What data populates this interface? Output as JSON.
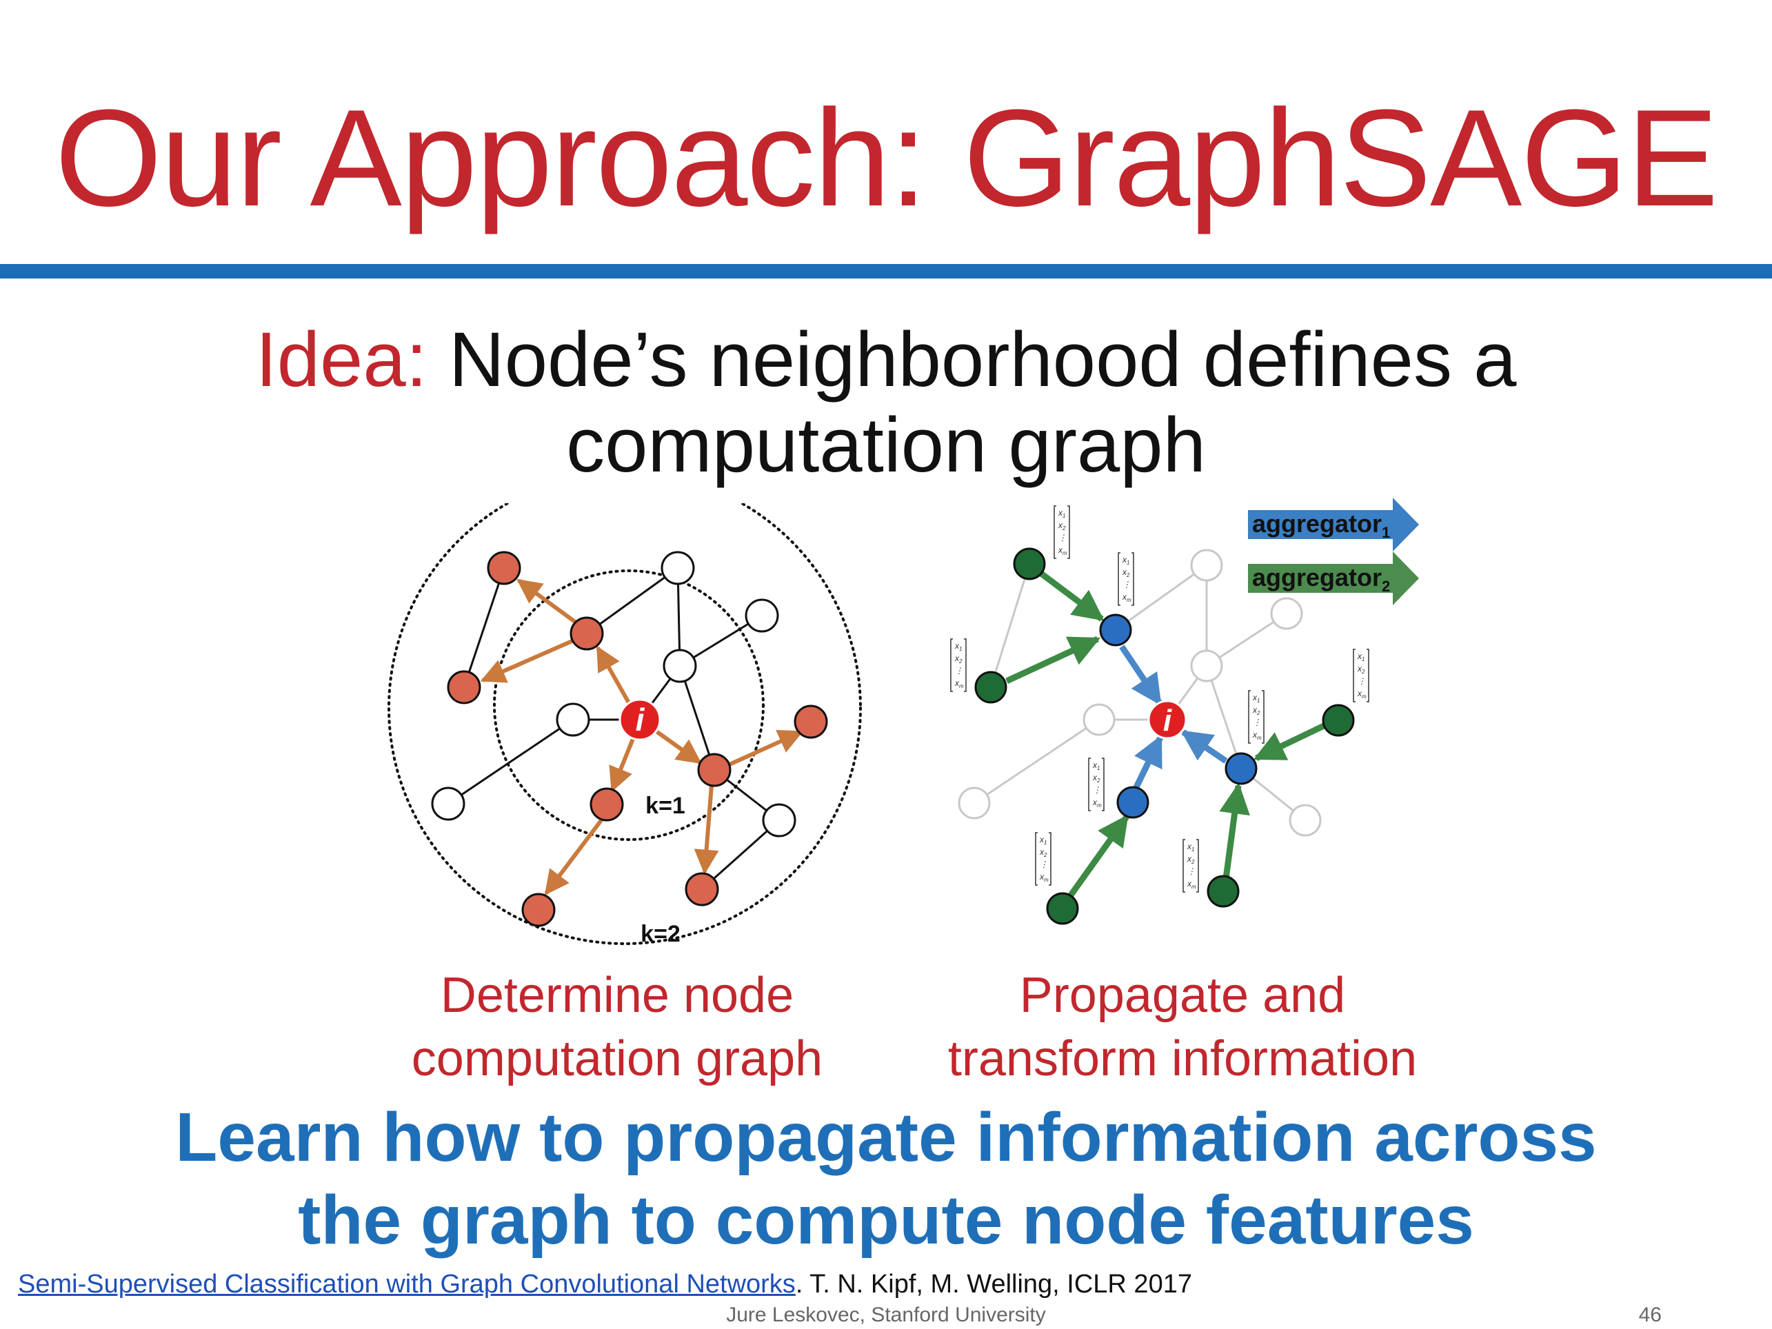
{
  "title": "Our Approach: GraphSAGE",
  "idea": {
    "keyword": "Idea:",
    "line1": "Node’s neighborhood defines a",
    "line2": "computation graph"
  },
  "left_diagram": {
    "center_label": "i",
    "k1_label": "k=1",
    "k2_label": "k=2",
    "caption_line1": "Determine node",
    "caption_line2": "computation graph"
  },
  "right_diagram": {
    "center_label": "i",
    "aggregator1": {
      "text": "aggregator",
      "sub": "1",
      "color": "#3b7fc4"
    },
    "aggregator2": {
      "text": "aggregator",
      "sub": "2",
      "color": "#4d8c4f"
    },
    "vector_entries": [
      "x",
      "1",
      "x",
      "2",
      "⋮",
      "x",
      "m"
    ],
    "caption_line1": "Propagate and",
    "caption_line2": "transform information"
  },
  "takeaway": {
    "line1": "Learn how to propagate information across",
    "line2": "the graph to compute node features"
  },
  "citation": {
    "link_text": "Semi-Supervised Classification with Graph Convolutional Networks",
    "rest": ". T. N. Kipf, M. Welling, ICLR 2017"
  },
  "footer": "Jure Leskovec, Stanford University",
  "page_number": "46",
  "colors": {
    "title_red": "#c1272d",
    "rule_blue": "#1b6db5",
    "takeaway_blue": "#1f6fb8",
    "node_orange": "#d9654f",
    "edge_orange": "#c97a3c",
    "node_green": "#1f6b35",
    "edge_green": "#3d8a45",
    "node_blue": "#2a6ec2",
    "edge_blue": "#4a88c8",
    "center_red": "#e02020"
  }
}
